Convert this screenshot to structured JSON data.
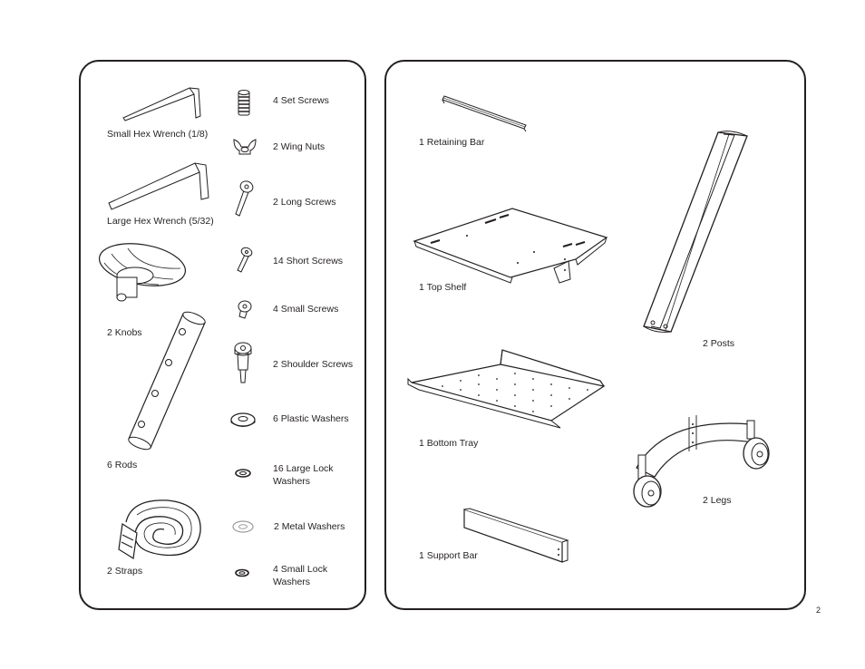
{
  "page": {
    "number": "2"
  },
  "left_panel": {
    "tools": [
      {
        "id": "small-hex-wrench",
        "label": "Small Hex Wrench (1/8)",
        "icon": "hex-wrench-icon"
      },
      {
        "id": "large-hex-wrench",
        "label": "Large Hex Wrench (5/32)",
        "icon": "hex-wrench-icon"
      },
      {
        "id": "knobs",
        "label": "2 Knobs",
        "icon": "knob-icon"
      },
      {
        "id": "rods",
        "label": "6 Rods",
        "icon": "rod-icon"
      },
      {
        "id": "straps",
        "label": "2 Straps",
        "icon": "strap-icon"
      }
    ],
    "hardware": [
      {
        "id": "set-screws",
        "label": "4 Set  Screws",
        "icon": "set-screw-icon"
      },
      {
        "id": "wing-nuts",
        "label": "2 Wing Nuts",
        "icon": "wing-nut-icon"
      },
      {
        "id": "long-screws",
        "label": "2 Long Screws",
        "icon": "long-screw-icon"
      },
      {
        "id": "short-screws",
        "label": "14 Short Screws",
        "icon": "short-screw-icon"
      },
      {
        "id": "small-screws",
        "label": "4 Small Screws",
        "icon": "small-screw-icon"
      },
      {
        "id": "shoulder-screws",
        "label": "2 Shoulder Screws",
        "icon": "shoulder-screw-icon"
      },
      {
        "id": "plastic-washers",
        "label": "6 Plastic Washers",
        "icon": "plastic-washer-icon"
      },
      {
        "id": "large-lock-washers",
        "label": "16 Large Lock Washers",
        "icon": "lock-washer-icon"
      },
      {
        "id": "metal-washers",
        "label": "2 Metal Washers",
        "icon": "metal-washer-icon"
      },
      {
        "id": "small-lock-washers",
        "label": "4 Small Lock Washers",
        "icon": "lock-washer-icon"
      }
    ]
  },
  "right_panel": {
    "parts": [
      {
        "id": "retaining-bar",
        "label": "1 Retaining Bar",
        "icon": "retaining-bar-icon"
      },
      {
        "id": "top-shelf",
        "label": "1 Top Shelf",
        "icon": "top-shelf-icon"
      },
      {
        "id": "bottom-tray",
        "label": "1 Bottom Tray",
        "icon": "bottom-tray-icon"
      },
      {
        "id": "support-bar",
        "label": "1 Support Bar",
        "icon": "support-bar-icon"
      },
      {
        "id": "posts",
        "label": "2 Posts",
        "icon": "post-icon"
      },
      {
        "id": "legs",
        "label": "2 Legs",
        "icon": "leg-caster-icon"
      }
    ]
  }
}
